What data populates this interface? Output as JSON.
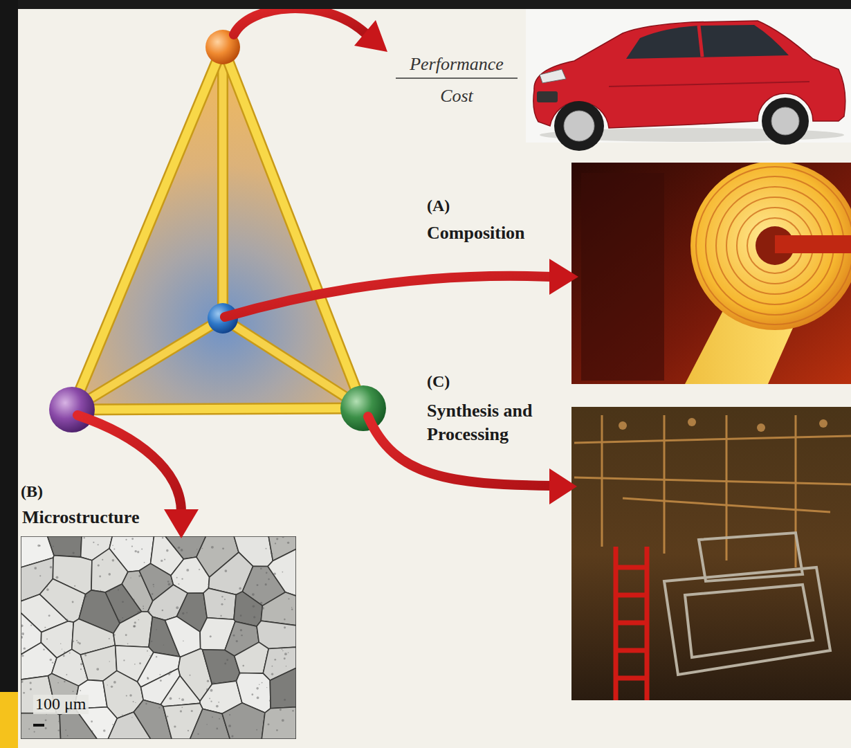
{
  "diagram": {
    "labels": [
      "Performance",
      "Cost",
      "(A)",
      "Composition",
      "(C)",
      "Synthesis and Processing",
      "(B)",
      "Microstructure",
      "100 μm"
    ]
  }
}
